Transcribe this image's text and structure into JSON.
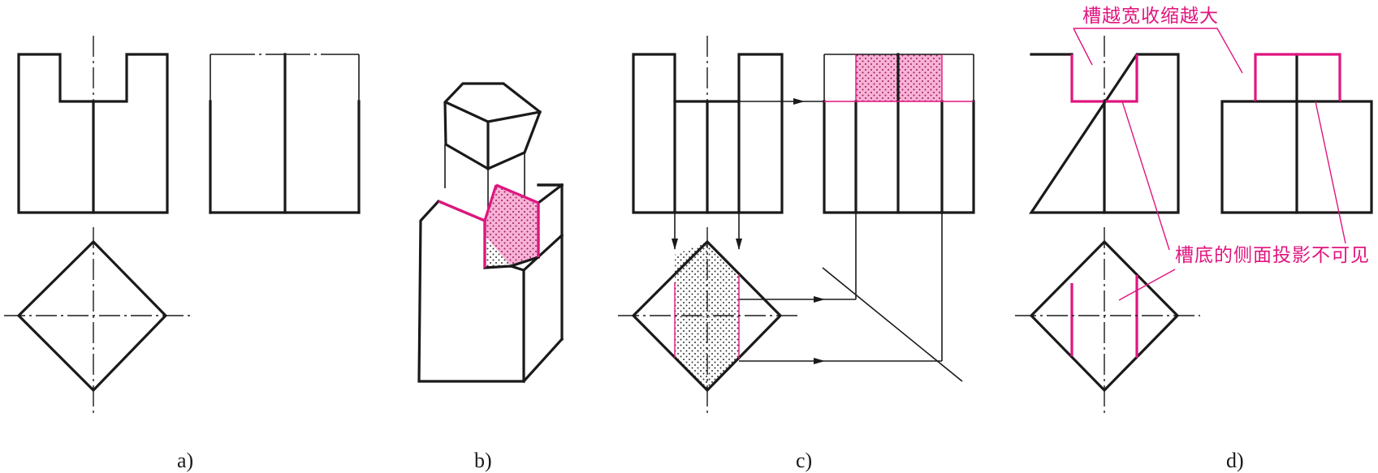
{
  "figure": {
    "captions": {
      "a": "a)",
      "b": "b)",
      "c": "c)",
      "d": "d)"
    },
    "annotations": {
      "groove_note": "槽越宽收缩越大",
      "bottom_note": "槽底的侧面投影不可见"
    },
    "colors": {
      "line": "#1a1a1a",
      "highlight": "#e0157f"
    }
  }
}
